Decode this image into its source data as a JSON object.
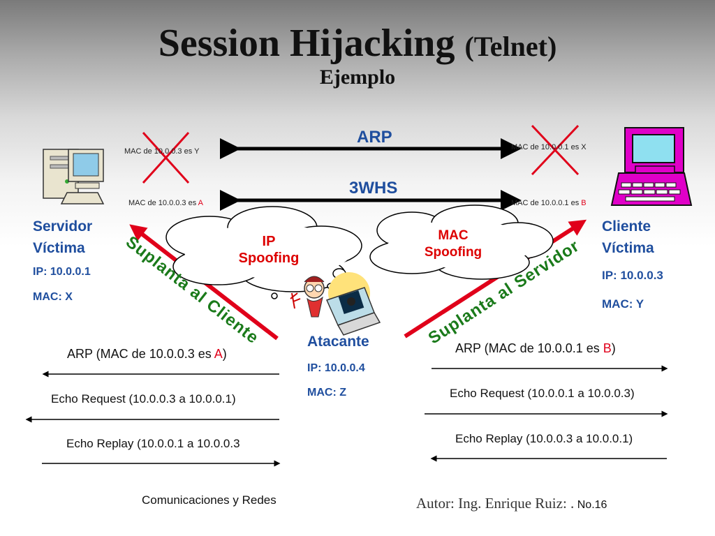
{
  "slide": {
    "title": "Session Hijacking",
    "title_suffix": "(Telnet)",
    "subtitle": "Ejemplo"
  },
  "protocols": {
    "arp": "ARP",
    "whs": "3WHS"
  },
  "notes": {
    "left_crossed": "MAC de 10.0.0.3 es Y",
    "right_crossed": "MAC de 10.0.0.1 es X",
    "left_poisoned_prefix": "MAC de 10.0.0.3 es ",
    "left_poisoned_mac": "A",
    "right_poisoned_prefix": "MAC de 10.0.0.1 es ",
    "right_poisoned_mac": "B"
  },
  "server": {
    "name_line1": "Servidor",
    "name_line2": "Víctima",
    "ip": "IP: 10.0.0.1",
    "mac": "MAC: X"
  },
  "client": {
    "name_line1": "Cliente",
    "name_line2": "Víctima",
    "ip": "IP: 10.0.0.3",
    "mac": "MAC: Y"
  },
  "attacker": {
    "name": "Atacante",
    "ip": "IP: 10.0.0.4",
    "mac": "MAC: Z"
  },
  "clouds": {
    "ip_line1": "IP",
    "ip_line2": "Spoofing",
    "mac_line1": "MAC",
    "mac_line2": "Spoofing"
  },
  "impersonation": {
    "left": "Suplanta al Cliente",
    "right": "Suplanta al Servidor"
  },
  "left_messages": {
    "arp_prefix": "ARP (MAC de 10.0.0.3 es ",
    "arp_mac": "A",
    "arp_suffix": ")",
    "echo_request": "Echo Request (10.0.0.3 a 10.0.0.1)",
    "echo_replay": "Echo Replay (10.0.0.1 a 10.0.0.3"
  },
  "right_messages": {
    "arp_prefix": "ARP (MAC de 10.0.0.1 es ",
    "arp_mac": "B",
    "arp_suffix": ")",
    "echo_request": "Echo Request (10.0.0.1 a 10.0.0.3)",
    "echo_replay": "Echo Replay (10.0.0.3 a 10.0.0.1)"
  },
  "footer": {
    "course": "Comunicaciones y Redes",
    "author": "Autor: Ing. Enrique Ruiz: .",
    "slide_number": "No.16"
  },
  "colors": {
    "label_blue": "#1f4e9e",
    "impersonation_green": "#1a7a1a",
    "highlight_red": "#e0001a",
    "client_pc_magenta": "#e000c8"
  }
}
